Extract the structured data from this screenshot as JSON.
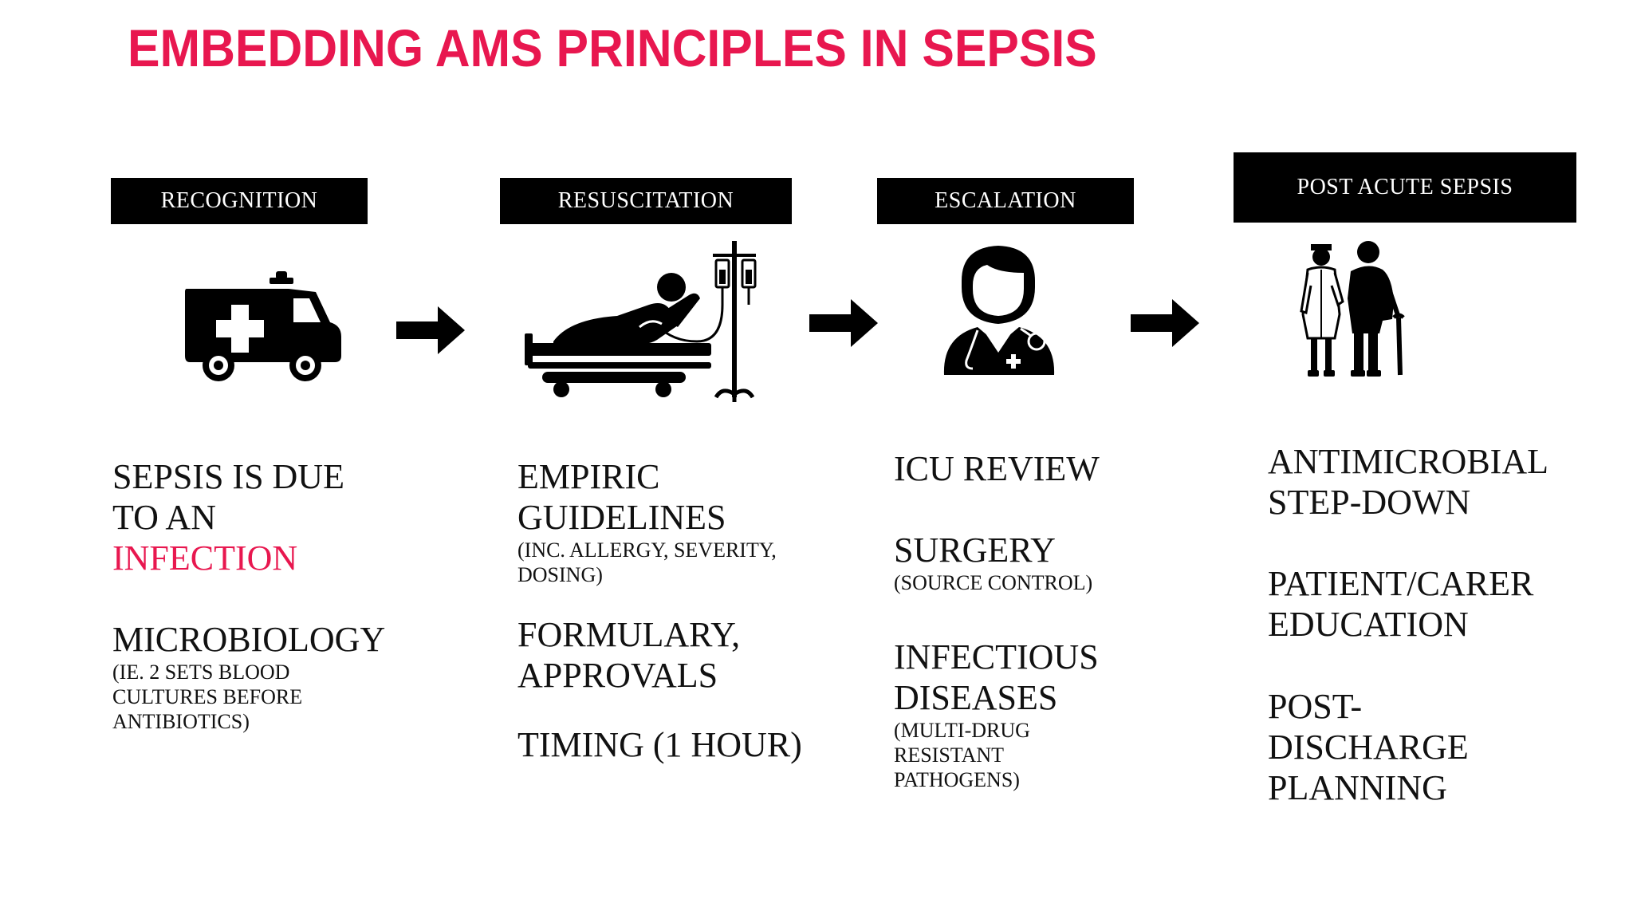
{
  "title": "EMBEDDING AMS PRINCIPLES IN SEPSIS",
  "colors": {
    "accent": "#e8174f",
    "header_bg": "#000000",
    "header_text": "#ffffff"
  },
  "stages": [
    {
      "header": "RECOGNITION",
      "icon": "ambulance-icon"
    },
    {
      "header": "RESUSCITATION",
      "icon": "patient-iv-icon"
    },
    {
      "header": "ESCALATION",
      "icon": "doctor-icon"
    },
    {
      "header": "POST ACUTE SEPSIS",
      "icon": "nurse-elderly-icon"
    }
  ],
  "recognition": {
    "line1": "SEPSIS IS DUE",
    "line2": "TO AN",
    "line3": "INFECTION",
    "micro_title": "MICROBIOLOGY",
    "micro_note1": "(IE. 2 SETS BLOOD",
    "micro_note2": "CULTURES BEFORE",
    "micro_note3": "ANTIBIOTICS)"
  },
  "resuscitation": {
    "empiric1": "EMPIRIC",
    "empiric2": "GUIDELINES",
    "empiric_note1": "(INC. ALLERGY, SEVERITY,",
    "empiric_note2": "DOSING)",
    "formulary1": "FORMULARY,",
    "formulary2": "APPROVALS",
    "timing": "TIMING (1 HOUR)"
  },
  "escalation": {
    "icu": "ICU REVIEW",
    "surgery": "SURGERY",
    "surgery_note": "(SOURCE CONTROL)",
    "id1": "INFECTIOUS",
    "id2": "DISEASES",
    "id_note1": "(MULTI-DRUG",
    "id_note2": "RESISTANT",
    "id_note3": "PATHOGENS)"
  },
  "post": {
    "step1": "ANTIMICROBIAL",
    "step2": "STEP-DOWN",
    "edu1": "PATIENT/CARER",
    "edu2": "EDUCATION",
    "plan1": "POST-",
    "plan2": "DISCHARGE",
    "plan3": "PLANNING"
  }
}
